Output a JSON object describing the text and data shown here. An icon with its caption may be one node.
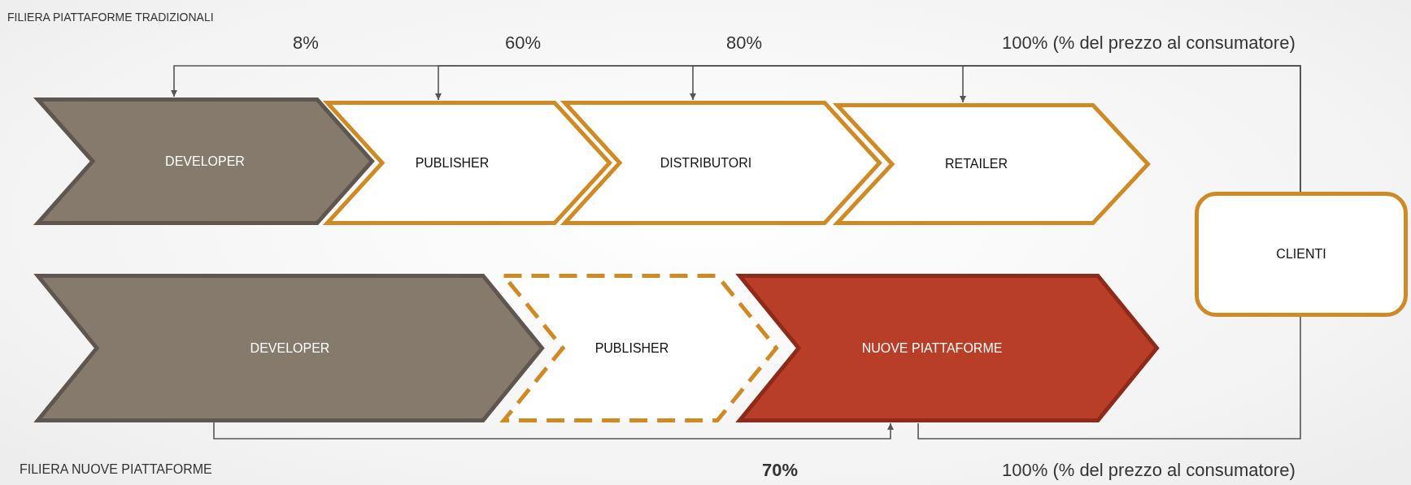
{
  "diagram": {
    "nodes": [
      {
        "text": [
          "DEVELOPER"
        ]
      },
      {
        "text": [
          "PUBLISHER"
        ]
      },
      {
        "text": [
          "DISTRIBUTORI"
        ]
      },
      {
        "text": [
          "RETAILER"
        ]
      },
      {
        "text": [
          "CLIENTI"
        ]
      },
      {
        "text": [
          "DEVELOPER"
        ]
      },
      {
        "text": [
          "PUBLISHER"
        ]
      },
      {
        "text": [
          "NUOVE PIATTAFORME"
        ]
      }
    ],
    "edges": [
      {
        "from": 4,
        "to": 0,
        "arrow": "to"
      },
      {
        "from": 4,
        "to": 1,
        "arrow": "to"
      },
      {
        "from": 4,
        "to": 2,
        "arrow": "to"
      },
      {
        "from": 4,
        "to": 3,
        "arrow": "to"
      },
      {
        "from": 5,
        "to": 7,
        "arrow": "to"
      },
      {
        "from": 4,
        "to": 7,
        "arrow": "none"
      }
    ],
    "labels": [
      "FILIERA PIATTAFORME TRADIZIONALI",
      "8%",
      "60%",
      "80%",
      "100% (% del prezzo al consumatore)",
      "FILIERA NUOVE PIATTAFORME",
      "70%",
      "100% (% del prezzo al consumatore)"
    ]
  }
}
